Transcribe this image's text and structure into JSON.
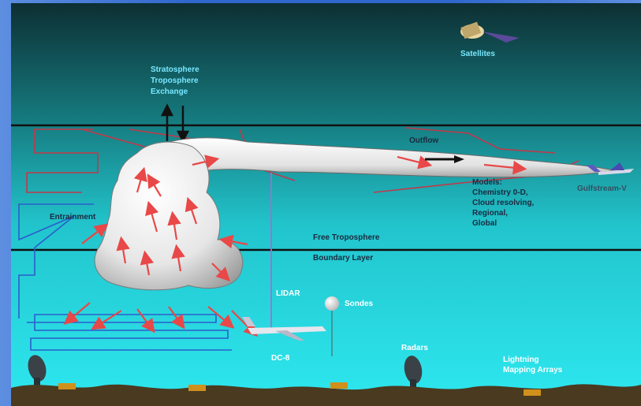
{
  "labels": {
    "satellites": "Satellites",
    "exchange": [
      "Stratosphere",
      "Troposphere",
      "Exchange"
    ],
    "outflow": "Outflow",
    "gulfstream": "Gulfstream-V",
    "models": [
      "Models:",
      "Chemistry 0-D,",
      "Cloud resolving,",
      "Regional,",
      "Global"
    ],
    "entrainment": "Entrainment",
    "free_troposphere": "Free Troposphere",
    "boundary_layer": "Boundary Layer",
    "lidar": "LIDAR",
    "sondes": "Sondes",
    "dc8": "DC-8",
    "radars": "Radars",
    "lightning": [
      "Lightning",
      "Mapping Arrays"
    ]
  },
  "colors": {
    "sky_top": "#0e3a3c",
    "sky_bottom": "#2ce4ee",
    "frame": "#3a6fd0",
    "flight_track_red": "#c23848",
    "flight_track_blue": "#2a5ecc",
    "arrow_red": "#e84848",
    "ground": "#4a3a20",
    "ground_station": "#d0901c"
  }
}
